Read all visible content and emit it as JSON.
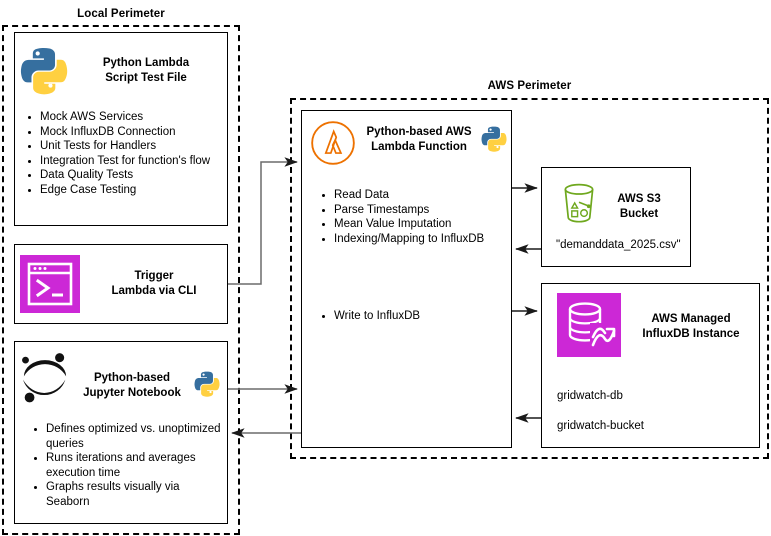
{
  "perimeters": [
    {
      "name": "local",
      "label": "Local Perimeter"
    },
    {
      "name": "aws",
      "label": "AWS Perimeter"
    }
  ],
  "local": {
    "label": "Local Perimeter",
    "nodes": [
      {
        "id": "python-lambda-test",
        "title": "Python Lambda\nScript Test File",
        "icon": "python-logo-icon",
        "bullets": [
          "Mock AWS Services",
          "Mock InfluxDB Connection",
          "Unit Tests for Handlers",
          "Integration Test for function's flow",
          "Data Quality Tests",
          "Edge Case Testing"
        ]
      },
      {
        "id": "trigger-lambda-cli",
        "title": "Trigger\nLambda via CLI",
        "icon": "cli-terminal-icon",
        "bullets": []
      },
      {
        "id": "jupyter-notebook",
        "title": "Python-based\nJupyter Notebook",
        "icon": "jupyter-logo-icon",
        "secondary_icon": "python-logo-icon",
        "bullets": [
          "Defines optimized vs. unoptimized queries",
          "Runs iterations and averages execution time",
          "Graphs results visually via Seaborn"
        ]
      }
    ]
  },
  "aws": {
    "label": "AWS Perimeter",
    "lambda": {
      "id": "aws-lambda-function",
      "title": "Python-based AWS\nLambda Function",
      "icon": "aws-lambda-icon",
      "secondary_icon": "python-logo-icon",
      "bullets_top": [
        "Read Data",
        "Parse Timestamps",
        "Mean Value Imputation",
        "Indexing/Mapping to InfluxDB"
      ],
      "bullets_bottom": [
        "Write to InfluxDB"
      ]
    },
    "s3": {
      "id": "aws-s3-bucket",
      "title": "AWS S3\nBucket",
      "icon": "aws-s3-icon",
      "detail": "\"demanddata_2025.csv\""
    },
    "influx": {
      "id": "aws-influxdb-instance",
      "title": "AWS Managed\nInfluxDB Instance",
      "icon": "influxdb-icon",
      "details": [
        "gridwatch-db",
        "gridwatch-bucket"
      ]
    }
  },
  "colors": {
    "python_blue": "#366F9F",
    "python_blue_dark": "#2F6491",
    "python_yellow": "#FFD041",
    "magenta": "#CC28D6",
    "aws_lambda_orange": "#ED7100",
    "aws_s3_green": "#6FA81E",
    "jupyter_black": "#111111",
    "line": "#4D4D4D",
    "border": "#000000"
  },
  "connections": [
    {
      "name": "trigger-to-lambda",
      "from": "trigger-lambda-cli",
      "to": "aws-lambda-function",
      "direction": "right"
    },
    {
      "name": "notebook-to-lambda",
      "from": "jupyter-notebook",
      "to": "aws-lambda-function",
      "direction": "right"
    },
    {
      "name": "lambda-to-notebook",
      "from": "aws-lambda-function",
      "to": "jupyter-notebook",
      "direction": "left"
    },
    {
      "name": "lambda-to-s3",
      "from": "aws-lambda-function",
      "to": "aws-s3-bucket",
      "direction": "right"
    },
    {
      "name": "s3-to-lambda",
      "from": "aws-s3-bucket",
      "to": "aws-lambda-function",
      "direction": "left"
    },
    {
      "name": "lambda-to-influx",
      "from": "aws-lambda-function",
      "to": "aws-influxdb-instance",
      "direction": "right"
    },
    {
      "name": "influx-to-lambda",
      "from": "aws-influxdb-instance",
      "to": "aws-lambda-function",
      "direction": "left"
    }
  ]
}
